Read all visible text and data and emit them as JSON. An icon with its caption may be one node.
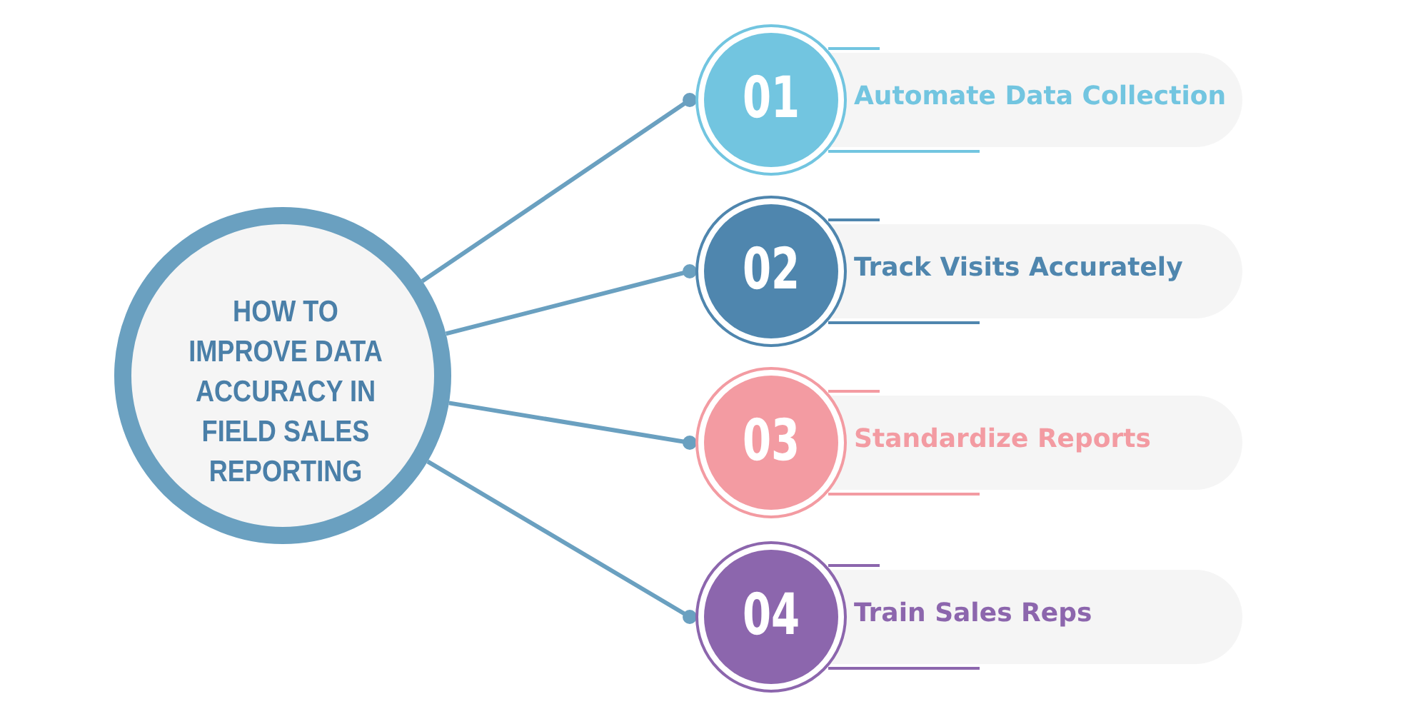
{
  "diagram": {
    "nodes": [
      {
        "text": [
          "HOW TO IMPROVE DATA ACCURACY IN FIELD SALES REPORTING"
        ]
      },
      {
        "text": [
          "01"
        ]
      },
      {
        "text": [
          "Automate Data Collection"
        ]
      },
      {
        "text": [
          "02"
        ]
      },
      {
        "text": [
          "Track Visits Accurately"
        ]
      },
      {
        "text": [
          "03"
        ]
      },
      {
        "text": [
          "Standardize Reports"
        ]
      },
      {
        "text": [
          "04"
        ]
      },
      {
        "text": [
          "Train Sales Reps"
        ]
      }
    ],
    "edges": [
      {
        "from": 0,
        "to": 1,
        "arrow": "other"
      },
      {
        "from": 0,
        "to": 3,
        "arrow": "other"
      },
      {
        "from": 0,
        "to": 5,
        "arrow": "other"
      },
      {
        "from": 0,
        "to": 7,
        "arrow": "other"
      }
    ]
  }
}
